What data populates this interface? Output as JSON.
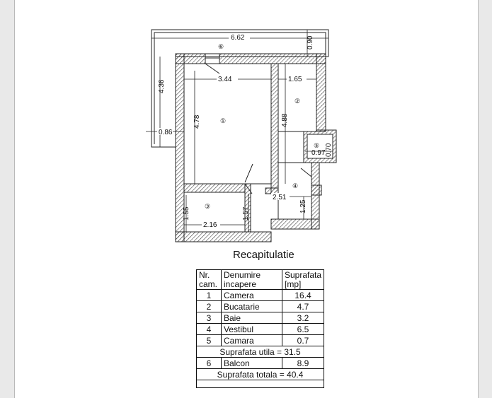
{
  "plan": {
    "dimensions": {
      "overall_width": "6.62",
      "balcony_depth": "0.90",
      "room1_width": "3.44",
      "room2_width": "1.65",
      "overall_height": "4.36",
      "room1_height": "4.78",
      "room2_height": "4.88",
      "left_balcony": "0.86",
      "storage_height": "0.70",
      "storage_width": "0.97",
      "hall_width": "2.51",
      "hall_height": "1.25",
      "bath_height_left": "1.55",
      "bath_width": "2.16",
      "bath_height_right": "1.57"
    },
    "room_markers": [
      "①",
      "②",
      "③",
      "④",
      "⑤",
      "⑥"
    ]
  },
  "recap": {
    "title": "Recapitulatie",
    "headers": {
      "nr": [
        "Nr.",
        "cam."
      ],
      "name": [
        "Denumire",
        "incapere"
      ],
      "area": [
        "Suprafata",
        "[mp]"
      ]
    },
    "rows": [
      {
        "nr": "1",
        "name": "Camera",
        "area": "16.4"
      },
      {
        "nr": "2",
        "name": "Bucatarie",
        "area": "4.7"
      },
      {
        "nr": "3",
        "name": "Baie",
        "area": "3.2"
      },
      {
        "nr": "4",
        "name": "Vestibul",
        "area": "6.5"
      },
      {
        "nr": "5",
        "name": "Camara",
        "area": "0.7"
      }
    ],
    "useful_area": "Suprafata utila = 31.5",
    "balcony_row": {
      "nr": "6",
      "name": "Balcon",
      "area": "8.9"
    },
    "total_area": "Suprafata totala = 40.4"
  }
}
